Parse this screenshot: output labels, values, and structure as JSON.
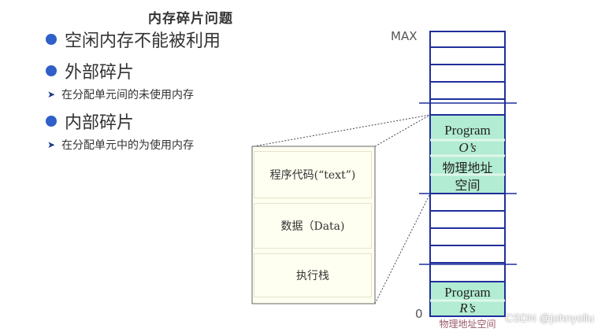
{
  "title": "内存碎片问题",
  "bullets": [
    {
      "level": 1,
      "text": "空闲内存不能被利用"
    },
    {
      "level": 1,
      "text": "外部碎片"
    },
    {
      "level": 2,
      "text": "在分配单元间的未使用内存"
    },
    {
      "level": 1,
      "text": "内部碎片"
    },
    {
      "level": 2,
      "text": "在分配单元中的为使用内存"
    }
  ],
  "segments": [
    "程序代码(“text”)",
    "数据（Data)",
    "执行栈"
  ],
  "memory": {
    "max_label": "MAX",
    "zero_label": "0",
    "upper_block": {
      "line1": "Program",
      "line2": "O’s",
      "line3": "物理地址",
      "line4": "空间"
    },
    "lower_block": {
      "line1": "Program",
      "line2": "R’s",
      "line3": "物理地址空间"
    }
  },
  "watermark": "CSDN @johnyollu",
  "colors": {
    "bullet": "#2f5fc8",
    "memory_border": "#1f2f9a",
    "block_fill": "#b2ecd2",
    "block_fill_alt": "#dff7ea"
  }
}
